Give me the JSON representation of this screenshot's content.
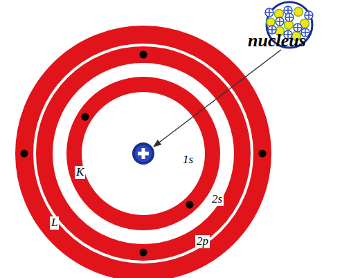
{
  "diagram": {
    "labels": [
      "nucleus",
      "1s",
      "K",
      "2s",
      "L",
      "2p"
    ]
  }
}
